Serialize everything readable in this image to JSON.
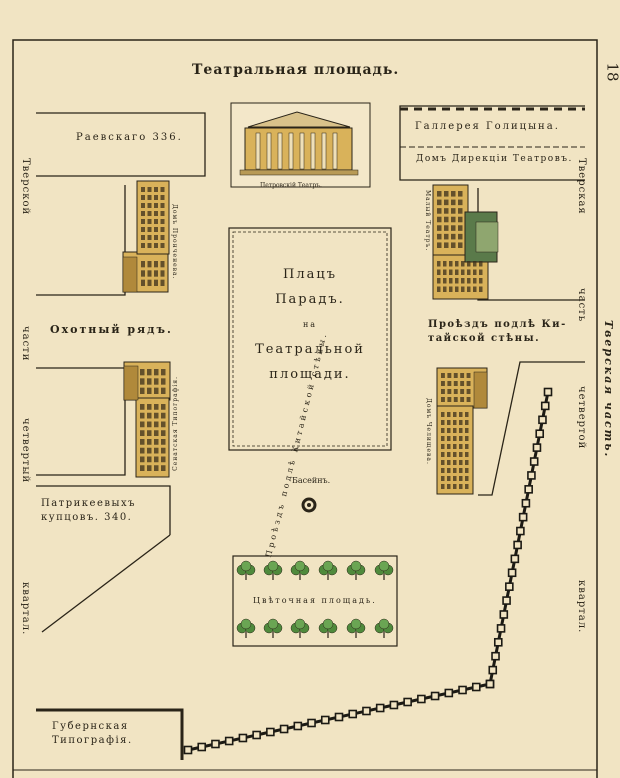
{
  "page_number": "18",
  "title": "Театральная площадь.",
  "labels": {
    "raevskago": "Раевскаго 336.",
    "gallery": "Галлерея Голицына.",
    "directorate": "Домъ Дирекціи Театровъ.",
    "theatre_caption": "Петровскій Театръ.",
    "okhotny": "Охотный рядъ.",
    "proezd": "Проѣздъ подлѣ Ки-\nтайской стѣны.",
    "patrikeev": "Патрикеевыхъ\nкупцовъ. 340.",
    "basin": "Басейнъ.",
    "gubernskaya": "Губернская\nТипографія.",
    "plac": [
      "Плацъ",
      "Парадъ.",
      "на",
      "Театральной",
      "площади."
    ],
    "flower": "Цвѣточная площадь.",
    "dom_pronchishcheva": "Домъ Пронченева.",
    "senatskaya": "Сенатская Типографія.",
    "maly": "Малый Театръ.",
    "chelishchev": "Домъ Челищева.",
    "wall": "Проѣздъ подлѣ Китайской стѣны.",
    "left_margin": [
      "Тверской",
      "части",
      "четвертый",
      "квартал."
    ],
    "right_margin": [
      "Тверская",
      "часть",
      "четвертой",
      "квартал."
    ],
    "right_edge": "Тверская часть."
  },
  "colors": {
    "paper": "#f1e4c3",
    "ink": "#2a2418",
    "building": "#d9b25a",
    "trees": "#4f8a3c",
    "wall": "#1c1a14"
  }
}
